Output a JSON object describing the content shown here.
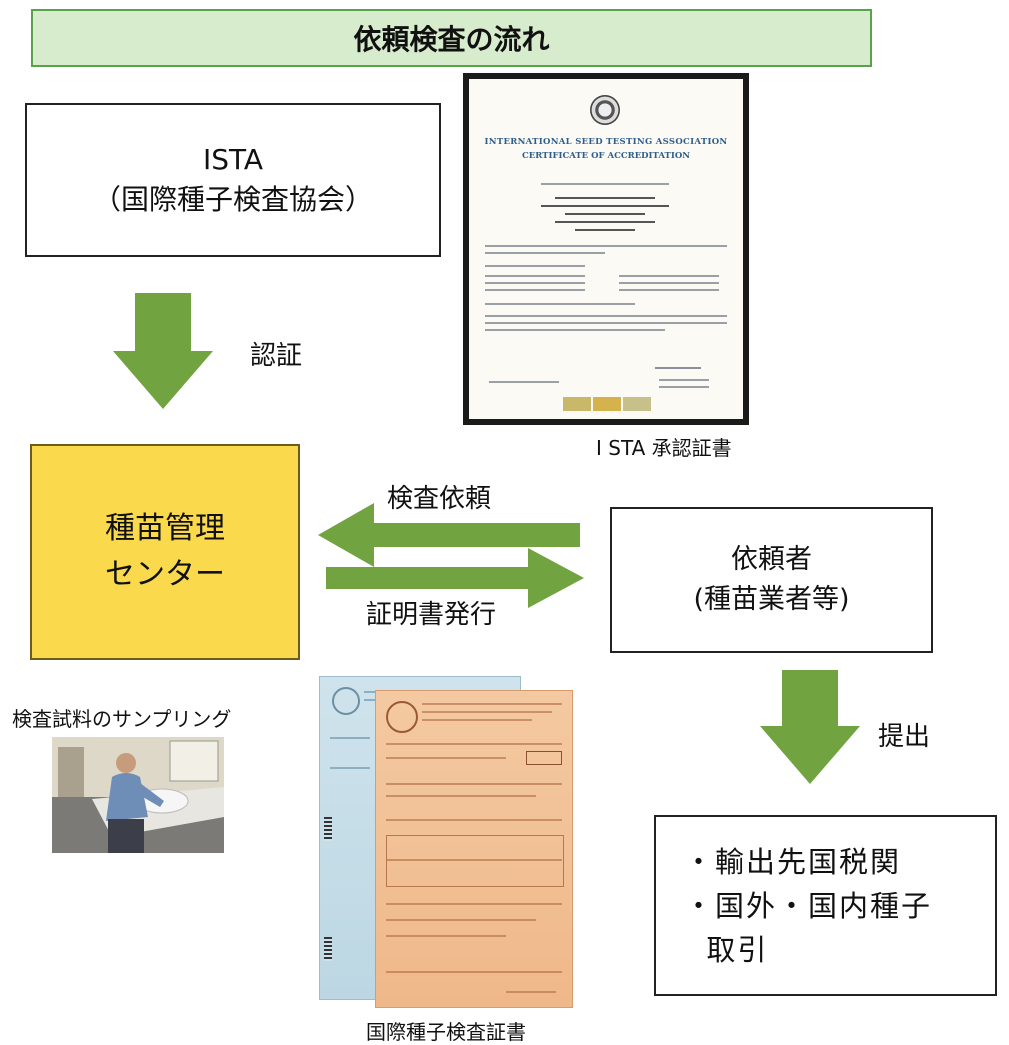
{
  "title": "依頼検査の流れ",
  "ista_box": {
    "line1": "ISTA",
    "line2": "（国際種子検査協会）"
  },
  "certify_label": "認証",
  "ista_cert": {
    "caption": "I STA 承認証書",
    "heading1": "INTERNATIONAL SEED TESTING ASSOCIATION",
    "heading2": "CERTIFICATE OF ACCREDITATION"
  },
  "center_box": {
    "line1": "種苗管理",
    "line2": "センター"
  },
  "request_label": "検査依頼",
  "issue_label": "証明書発行",
  "client_box": {
    "line1": "依頼者",
    "line2": "(種苗業者等)"
  },
  "submit_label": "提出",
  "submit_box": {
    "line1": "・輸出先国税関",
    "line2": "・国外・国内種子",
    "line3": "  取引"
  },
  "sampling_label": "検査試料のサンプリング",
  "certs_caption": "国際種子検査証書",
  "colors": {
    "arrow": "#72a341",
    "title_bg": "#d6eccd",
    "center_bg": "#fbd94d"
  }
}
